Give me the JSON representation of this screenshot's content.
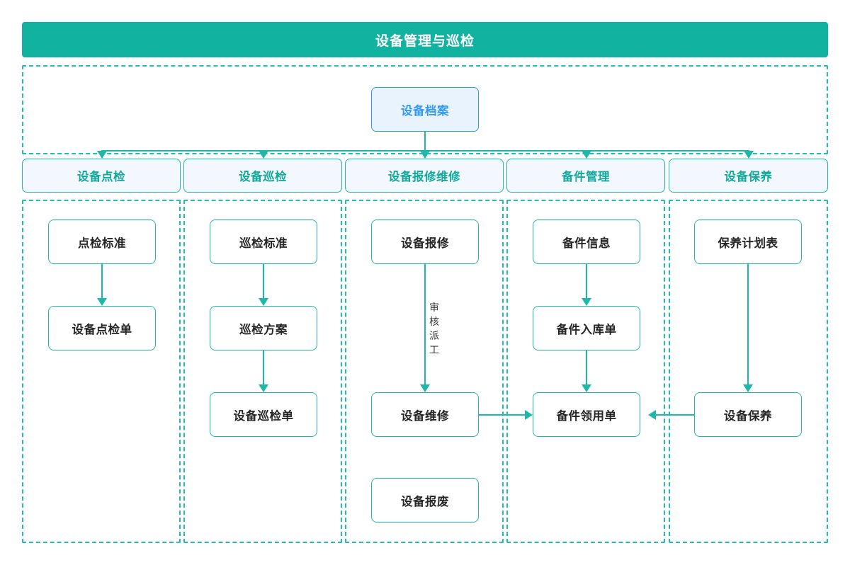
{
  "title": "设备管理与巡检",
  "colors": {
    "title_bar": "#12b2a1",
    "teal_line": "#1fb8a8",
    "teal_dashed": "#22bdae",
    "root_blue": "#3399f3",
    "root_fill": "#e9f3fd",
    "header_fill": "#f2f8fe",
    "node_text": "#262626"
  },
  "root": {
    "label": "设备档案"
  },
  "columns": [
    {
      "header": "设备点检",
      "nodes": [
        {
          "label": "点检标准"
        },
        {
          "label": "设备点检单"
        }
      ]
    },
    {
      "header": "设备巡检",
      "nodes": [
        {
          "label": "巡检标准"
        },
        {
          "label": "巡检方案"
        },
        {
          "label": "设备巡检单"
        }
      ]
    },
    {
      "header": "设备报修维修",
      "nodes": [
        {
          "label": "设备报修"
        },
        {
          "label": "设备维修"
        },
        {
          "label": "设备报废"
        }
      ]
    },
    {
      "header": "备件管理",
      "nodes": [
        {
          "label": "备件信息"
        },
        {
          "label": "备件入库单"
        },
        {
          "label": "备件领用单"
        }
      ]
    },
    {
      "header": "设备保养",
      "nodes": [
        {
          "label": "保养计划表"
        },
        {
          "label": "设备保养"
        }
      ]
    }
  ],
  "edge_labels": {
    "review_dispatch": "审核派工",
    "review_dispatch_chars": [
      "审",
      "核",
      "派",
      "工"
    ]
  }
}
